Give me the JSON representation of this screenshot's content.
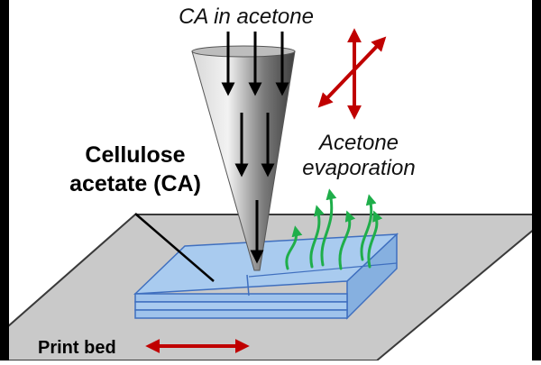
{
  "labels": {
    "ink_title": "CA in acetone",
    "material_line1": "Cellulose",
    "material_line2": "acetate (CA)",
    "evap_line1": "Acetone",
    "evap_line2": "evaporation",
    "bed": "Print bed"
  },
  "colors": {
    "background": "#ffffff",
    "bed_fill": "#c9c9c9",
    "bed_outline": "#3a3a3a",
    "layer_fill": "#a9cbef",
    "layer_outline": "#3f6fbf",
    "nozzle_light": "#d8d8d8",
    "nozzle_dark": "#3e3e3e",
    "flow_arrow": "#000000",
    "motion_arrow": "#c00000",
    "vapor_arrow": "#1fae4a",
    "frame": "#000000"
  }
}
